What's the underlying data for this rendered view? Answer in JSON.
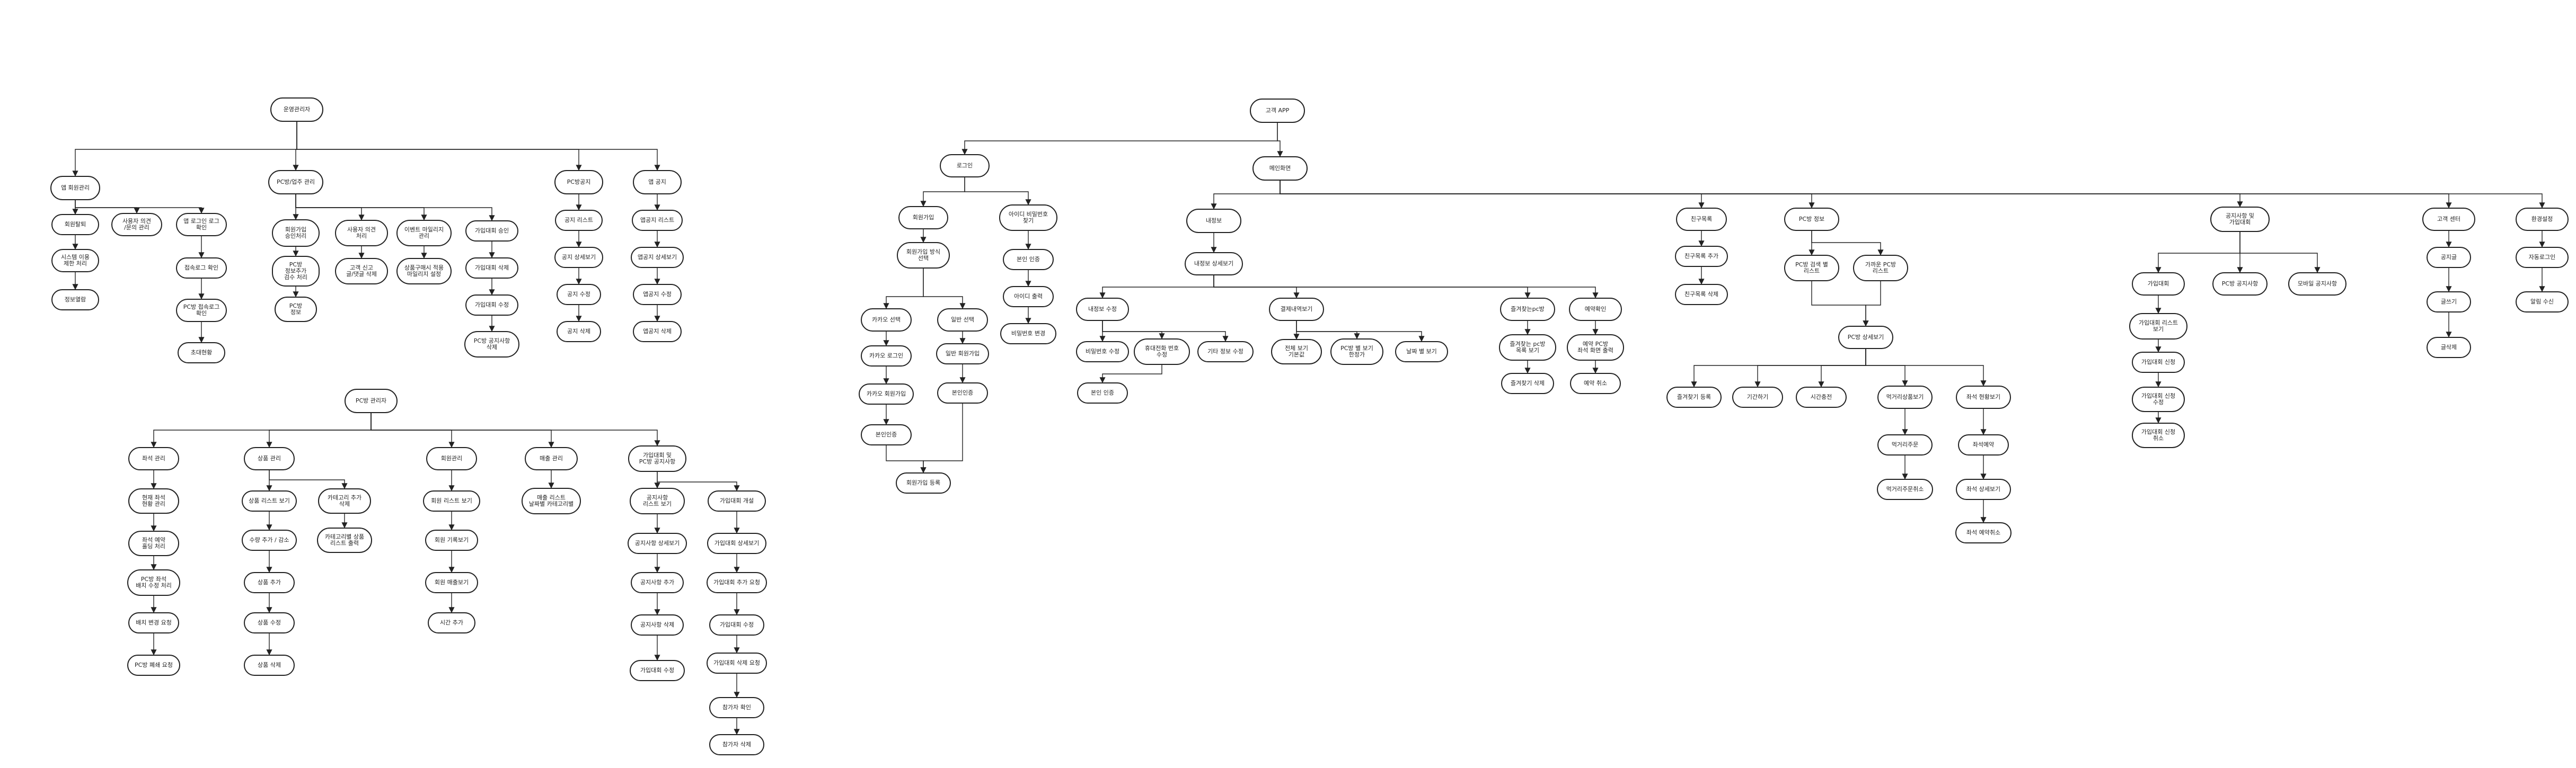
{
  "diagram": {
    "nodes": {
      "op_root": "운영관리자",
      "op_member": "앱 회원관리",
      "op_mem_list": "회원탈퇴",
      "op_mem_list2": "시스템 이용\n제한 처리",
      "op_mem_list3": "정보열람",
      "op_user_inquiry": "사용자 의견\n/문의 관리",
      "op_pc_log": "앱 로그인 로그\n확인",
      "op_pc_log2": "접속로그 확인",
      "op_pc_log3": "PC방 접속로그\n확인",
      "op_pc_log4": "초대현황",
      "op_pc_mgmt": "PC방/업주 관리",
      "op_pc_reg": "회원가입\n승인처리",
      "op_pc_reg2": "PC방\n정보추가\n검수 처리",
      "op_pc_reg3": "PC방\n정보",
      "op_report": "사용자 의견\n처리",
      "op_report2": "고객 신고\n글/댓글 삭제",
      "op_event": "이벤트 마일리지\n관리",
      "op_event2": "상품구매시 적용\n마일리지 설정",
      "op_tour": "가입대회 승인",
      "op_tour2": "가입대회 삭제",
      "op_tour3": "가입대회 수정",
      "op_tour4": "PC방 공지사항\n삭제",
      "op_pc_notice": "PC방공지",
      "op_pcn_1": "공지 리스트",
      "op_pcn_2": "공지 상세보기",
      "op_pcn_3": "공지 수정",
      "op_pcn_4": "공지 삭제",
      "op_app_notice": "앱 공지",
      "op_an_1": "앱공지 리스트",
      "op_an_2": "앱공지 상세보기",
      "op_an_3": "앱공지 수정",
      "op_an_4": "앱공지 삭제",
      "pc_root": "PC방 관리자",
      "pc_seat": "좌석 관리",
      "pc_seat2": "현재 좌석\n현황 관리",
      "pc_seat3": "좌석 예약\n홀딩 처리",
      "pc_seat4": "PC방 좌석\n배치 수정 처리",
      "pc_seat5": "배치 변경 요청",
      "pc_seat6": "PC방 폐쇄 요청",
      "pc_goods": "상품 관리",
      "pc_goods2": "상품 리스트 보기",
      "pc_goods3": "수량 추가 / 감소",
      "pc_goods4": "상품 추가",
      "pc_goods5": "상품 수정",
      "pc_goods6": "상품 삭제",
      "pc_cat": "카테고리 추가\n삭제",
      "pc_cat2": "카테고리별 상품\n리스트 출력",
      "pc_member": "회원관리",
      "pc_mem2": "회원 리스트 보기",
      "pc_mem3": "회원 기록보기",
      "pc_mem4": "회원 매출보기",
      "pc_mem5": "시간 추가",
      "pc_sales": "매출 관리",
      "pc_sales2": "매출 리스트\n날짜별 카테고리별",
      "pc_tour_root": "가입대회 및\nPC방 공지사항",
      "pc_n1": "공지사항\n리스트 보기",
      "pc_n2": "공지사항 상세보기",
      "pc_n3": "공지사항 추가",
      "pc_n4": "공지사항 삭제",
      "pc_n5": "가입대회 수정",
      "pc_t1": "가입대회 개설",
      "pc_t2": "가입대회 상세보기",
      "pc_t3": "가입대회 추가 요청",
      "pc_t4": "가입대회 수정",
      "pc_t5": "가입대회 삭제 요청",
      "pc_t6": "참가자 확인",
      "pc_t7": "참가자 삭제",
      "app_root": "고객 APP",
      "login": "로그인",
      "signup": "회원가입",
      "signup2": "회원가입 방식\n선택",
      "kakao": "카카오 선택",
      "kakao2": "카카오 로그인",
      "kakao3": "카카오 회원가입",
      "kakao4": "본인인증",
      "normal": "일반 선택",
      "normal2": "일반 회원가입",
      "normal3": "본인인증",
      "signup_done": "회원가입 등록",
      "findid": "아이디 비밀번호\n찾기",
      "findid2": "본인 인증",
      "findid3": "아이디 출력",
      "findid4": "비밀번호 변경",
      "main": "메인화면",
      "myinfo": "내정보",
      "myinfo2": "내정보 상세보기",
      "edit": "내정보 수정",
      "edit_pw": "비밀번호 수정",
      "edit_phone": "휴대전화 번호\n수정",
      "edit_phone2": "본인 인증",
      "edit_etc": "기타 정보 수정",
      "pay": "결제내역보기",
      "pay1": "전체 보기\n기본값",
      "pay2": "PC방 별 보기\n한정가",
      "pay3": "날짜 별 보기",
      "fav": "즐겨찾는pc방",
      "fav2": "즐겨찾는 pc방\n목록 보기",
      "fav3": "즐겨찾기 삭제",
      "rsv": "예약확인",
      "rsv2": "예약 PC방\n좌석 화면 출력",
      "rsv3": "예약 취소",
      "friend": "친구목록",
      "friend2": "친구목록 추가",
      "friend3": "친구목록 삭제",
      "pcinfo": "PC방 정보",
      "pcinfo_a": "PC방 검색 별\n리스트",
      "pcinfo_b": "가까운 PC방\n리스트",
      "pcinfo_detail": "PC방 상세보기",
      "pd1": "즐겨찾기 등록",
      "pd2": "기간하기",
      "pd3": "시간충전",
      "pd4": "먹거리상품보기",
      "pd4a": "먹거리주문",
      "pd4b": "먹거리주문취소",
      "pd5": "좌석 현황보기",
      "pd5a": "좌석예약",
      "pd5b": "좌석 상세보기",
      "pd5c": "좌석 예약취소",
      "notice": "공지사항 및\n가입대회",
      "n_tour": "가입대회",
      "nt1": "가입대회 리스트\n보기",
      "nt2": "가입대회 신청",
      "nt3": "가입대회 신청\n수정",
      "nt4": "가입대회 신청\n취소",
      "n_pc": "PC방 공지사항",
      "n_app": "모바일 공지사항",
      "cs": "고객 센터",
      "cs1": "공지글",
      "cs2": "글쓰기",
      "cs3": "글삭제",
      "setting": "환경설정",
      "set1": "자동로그인",
      "set2": "알림 수신"
    }
  }
}
